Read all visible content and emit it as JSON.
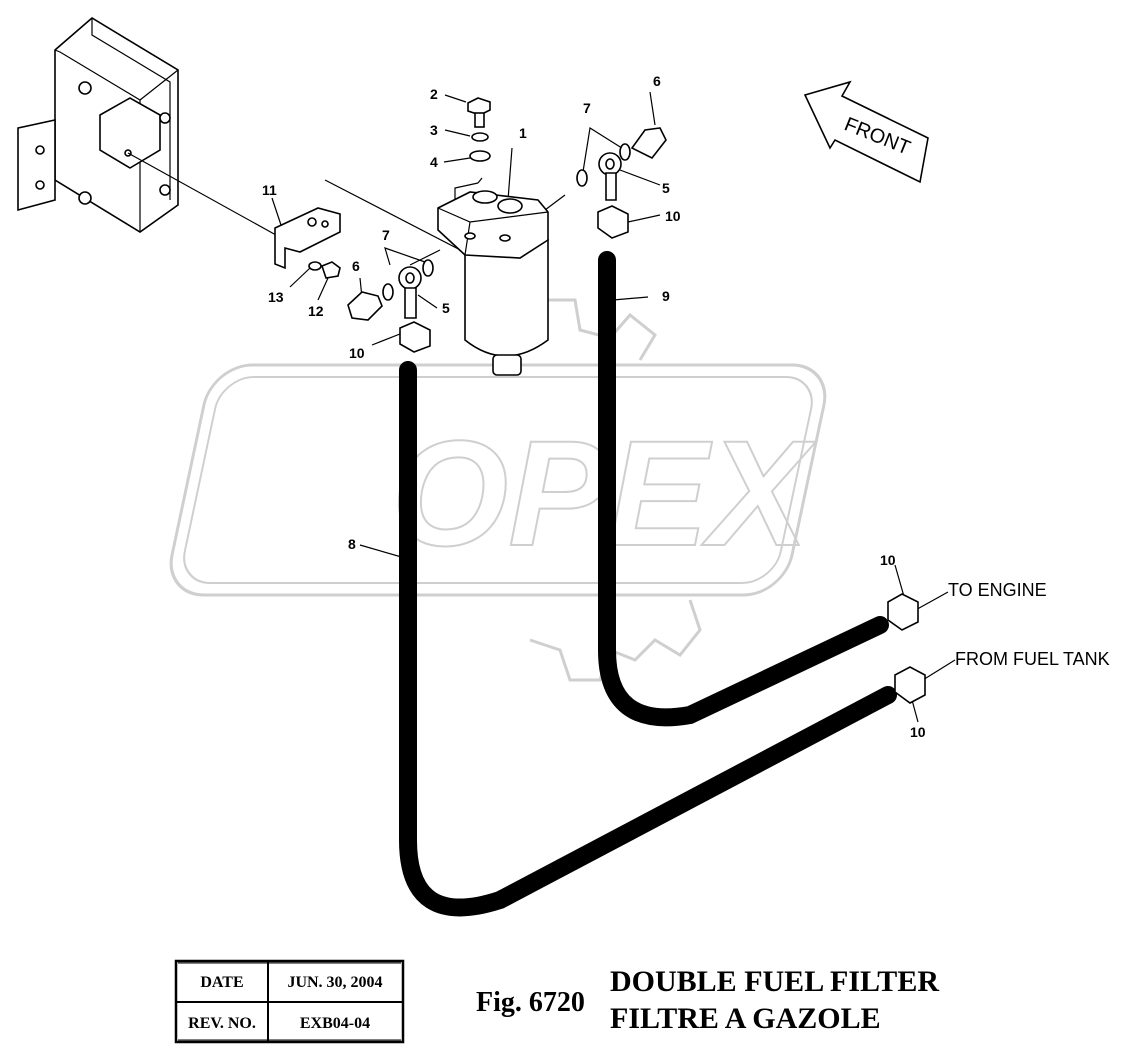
{
  "watermark": "OPEX",
  "front_label": "FRONT",
  "callouts": [
    {
      "id": "c1",
      "text": "1"
    },
    {
      "id": "c2",
      "text": "2"
    },
    {
      "id": "c3",
      "text": "3"
    },
    {
      "id": "c4",
      "text": "4"
    },
    {
      "id": "c5a",
      "text": "5"
    },
    {
      "id": "c5b",
      "text": "5"
    },
    {
      "id": "c6a",
      "text": "6"
    },
    {
      "id": "c6b",
      "text": "6"
    },
    {
      "id": "c7a",
      "text": "7"
    },
    {
      "id": "c7b",
      "text": "7"
    },
    {
      "id": "c8",
      "text": "8"
    },
    {
      "id": "c9",
      "text": "9"
    },
    {
      "id": "c10a",
      "text": "10"
    },
    {
      "id": "c10b",
      "text": "10"
    },
    {
      "id": "c10c",
      "text": "10"
    },
    {
      "id": "c10d",
      "text": "10"
    },
    {
      "id": "c11",
      "text": "11"
    },
    {
      "id": "c12",
      "text": "12"
    },
    {
      "id": "c13",
      "text": "13"
    }
  ],
  "flow_labels": {
    "to_engine": "TO ENGINE",
    "from_tank": "FROM FUEL TANK"
  },
  "info_table": {
    "date_label": "DATE",
    "date_value": "JUN. 30, 2004",
    "rev_label": "REV. NO.",
    "rev_value": "EXB04-04"
  },
  "figure": {
    "number": "Fig. 6720",
    "title_en": "DOUBLE FUEL FILTER",
    "title_fr": "FILTRE A GAZOLE"
  },
  "colors": {
    "line": "#000000",
    "watermark": "#cfcfcf",
    "background": "#ffffff"
  }
}
